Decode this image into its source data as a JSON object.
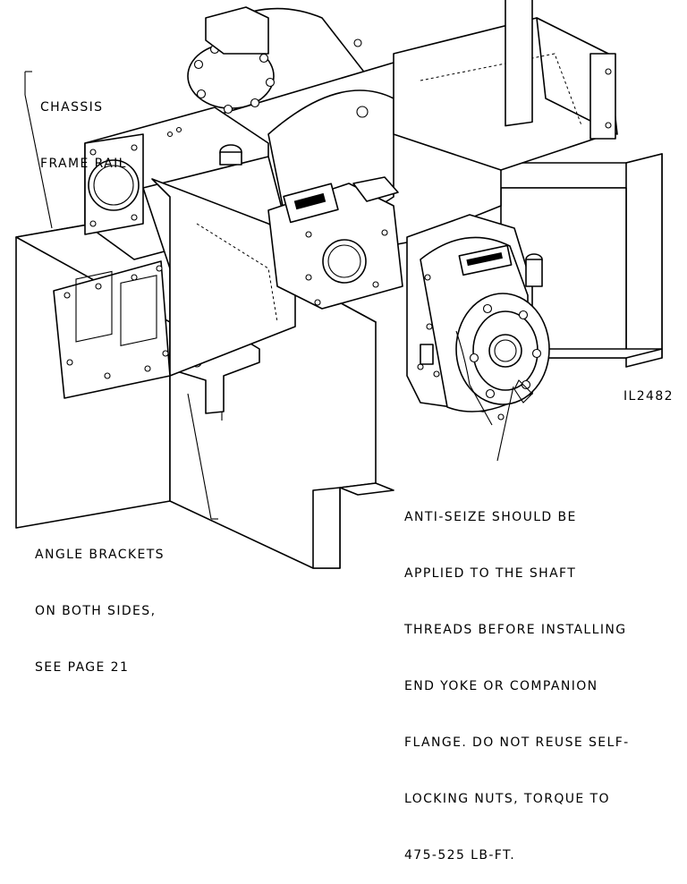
{
  "figure_id": "IL2482",
  "labels": {
    "chassis_frame_rail": [
      "CHASSIS",
      "FRAME RAIL"
    ],
    "angle_brackets": [
      "ANGLE BRACKETS",
      "ON BOTH SIDES,",
      "SEE PAGE 21"
    ],
    "anti_seize_note": [
      "ANTI-SEIZE SHOULD BE",
      "APPLIED TO THE SHAFT",
      "THREADS BEFORE INSTALLING",
      "END YOKE OR COMPANION",
      "FLANGE. DO NOT REUSE SELF-",
      "LOCKING NUTS, TORQUE TO",
      "475-525 LB-FT."
    ]
  }
}
